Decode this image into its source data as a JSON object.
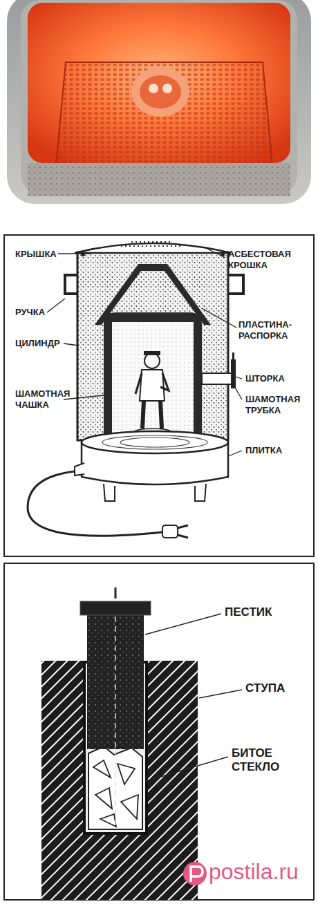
{
  "diagram": {
    "labels": [
      "КРЫШКА",
      "АСБЕСТОВАЯ КРОШКА",
      "РУЧКА",
      "ПЛАСТИНА-РАСПОРКА",
      "ЦИЛИНДР",
      "ШТОРКА",
      "ШАМОТНАЯ ЧАШКА",
      "ШАМОТНАЯ ТРУБКА",
      "ПЛИТКА",
      "ПЕСТИК",
      "СТУПА",
      "БИТОЕ СТЕКЛО",
      "postila.ru"
    ]
  }
}
